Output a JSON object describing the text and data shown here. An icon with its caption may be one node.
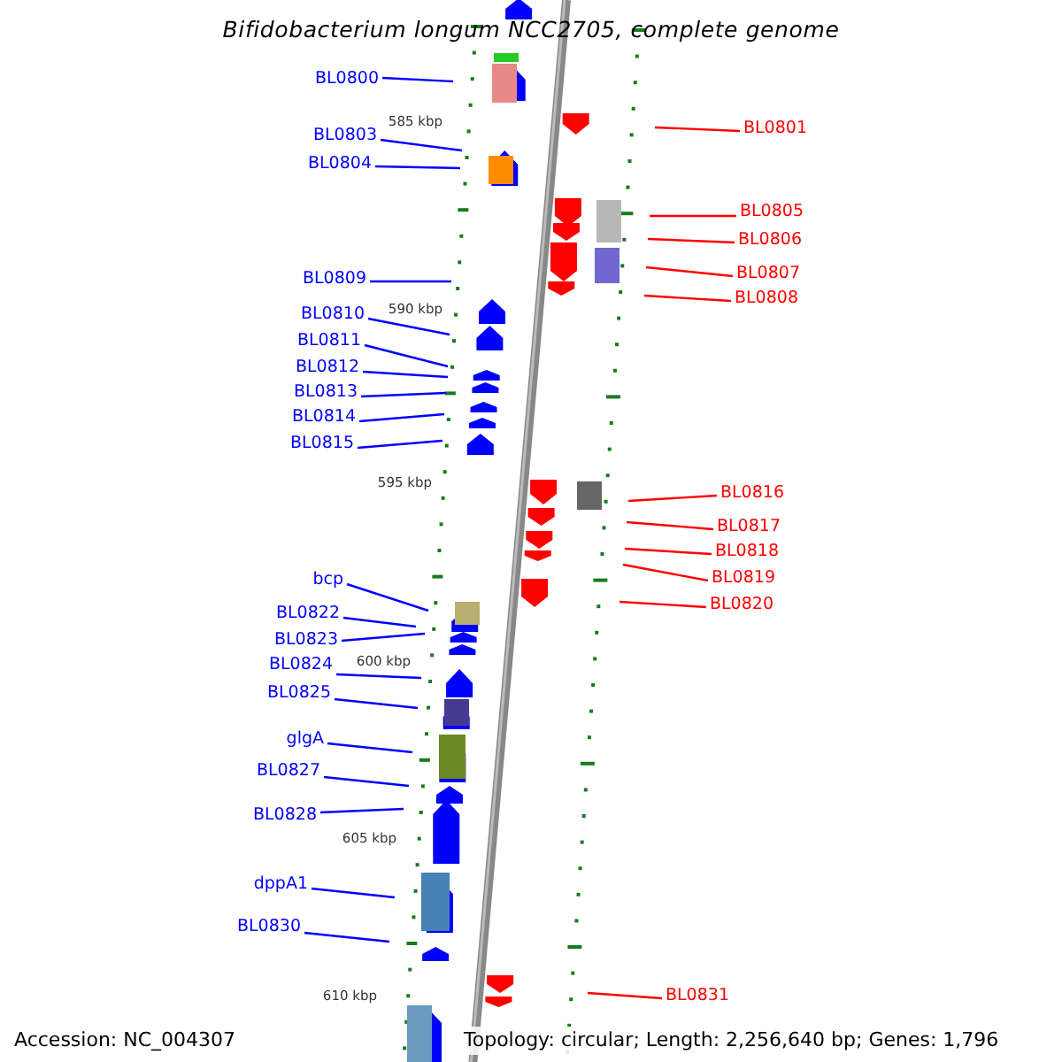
{
  "diagram": {
    "title": "Bifidobacterium longum NCC2705, complete genome",
    "nodes": [
      {
        "text": [
          "BL0800"
        ]
      },
      {
        "text": [
          "BL0801"
        ]
      },
      {
        "text": [
          "BL0803"
        ]
      },
      {
        "text": [
          "BL0804"
        ]
      },
      {
        "text": [
          "BL0805"
        ]
      },
      {
        "text": [
          "BL0806"
        ]
      },
      {
        "text": [
          "BL0807"
        ]
      },
      {
        "text": [
          "BL0809"
        ]
      },
      {
        "text": [
          "BL0808"
        ]
      },
      {
        "text": [
          "BL0810"
        ]
      },
      {
        "text": [
          "BL0811"
        ]
      },
      {
        "text": [
          "BL0812"
        ]
      },
      {
        "text": [
          "BL0813"
        ]
      },
      {
        "text": [
          "BL0814"
        ]
      },
      {
        "text": [
          "BL0815"
        ]
      },
      {
        "text": [
          "BL0816"
        ]
      },
      {
        "text": [
          "BL0817"
        ]
      },
      {
        "text": [
          "BL0818"
        ]
      },
      {
        "text": [
          "BL0819"
        ]
      },
      {
        "text": [
          "bcp"
        ]
      },
      {
        "text": [
          "BL0820"
        ]
      },
      {
        "text": [
          "BL0822"
        ]
      },
      {
        "text": [
          "BL0823"
        ]
      },
      {
        "text": [
          "BL0824"
        ]
      },
      {
        "text": [
          "BL0825"
        ]
      },
      {
        "text": [
          "glgA"
        ]
      },
      {
        "text": [
          "BL0827"
        ]
      },
      {
        "text": [
          "BL0828"
        ]
      },
      {
        "text": [
          "dppA1"
        ]
      },
      {
        "text": [
          "BL0830"
        ]
      },
      {
        "text": [
          "BL0831"
        ]
      }
    ],
    "edges": [
      {
        "from": 0,
        "to": null,
        "arrow": "none"
      },
      {
        "from": 1,
        "to": null,
        "arrow": "none",
        "color": "#ff0000"
      },
      {
        "from": 2,
        "to": null,
        "arrow": "none"
      },
      {
        "from": 3,
        "to": null,
        "arrow": "none"
      },
      {
        "from": 4,
        "to": null,
        "arrow": "none",
        "color": "#ff0000"
      },
      {
        "from": 5,
        "to": null,
        "arrow": "none",
        "color": "#ff0000"
      },
      {
        "from": 6,
        "to": null,
        "arrow": "none",
        "color": "#ff0000"
      },
      {
        "from": 7,
        "to": null,
        "arrow": "none"
      },
      {
        "from": 8,
        "to": null,
        "arrow": "none",
        "color": "#ff0000"
      },
      {
        "from": 9,
        "to": null,
        "arrow": "none"
      },
      {
        "from": 10,
        "to": null,
        "arrow": "none"
      },
      {
        "from": 11,
        "to": null,
        "arrow": "none"
      },
      {
        "from": 12,
        "to": null,
        "arrow": "none"
      },
      {
        "from": 13,
        "to": null,
        "arrow": "none"
      },
      {
        "from": 14,
        "to": null,
        "arrow": "none"
      },
      {
        "from": 15,
        "to": null,
        "arrow": "none",
        "color": "#ff0000"
      },
      {
        "from": 16,
        "to": null,
        "arrow": "none",
        "color": "#ff0000"
      },
      {
        "from": 17,
        "to": null,
        "arrow": "none",
        "color": "#ff0000"
      },
      {
        "from": 18,
        "to": null,
        "arrow": "none",
        "color": "#ff0000"
      },
      {
        "from": 19,
        "to": null,
        "arrow": "none"
      },
      {
        "from": 20,
        "to": null,
        "arrow": "none",
        "color": "#ff0000"
      },
      {
        "from": 21,
        "to": null,
        "arrow": "none"
      },
      {
        "from": 22,
        "to": null,
        "arrow": "none"
      },
      {
        "from": 23,
        "to": null,
        "arrow": "none"
      },
      {
        "from": 24,
        "to": null,
        "arrow": "none"
      },
      {
        "from": 25,
        "to": null,
        "arrow": "none"
      },
      {
        "from": 26,
        "to": null,
        "arrow": "none"
      },
      {
        "from": 27,
        "to": null,
        "arrow": "none"
      },
      {
        "from": 28,
        "to": null,
        "arrow": "none"
      },
      {
        "from": 29,
        "to": null,
        "arrow": "none"
      },
      {
        "from": 30,
        "to": null,
        "arrow": "none",
        "color": "#ff0000"
      }
    ],
    "labels": [
      "585 kbp",
      "590 kbp",
      "595 kbp",
      "600 kbp",
      "605 kbp",
      "610 kbp",
      "Accession: NC_004307",
      "Topology: circular; Length: 2,256,640 bp; Genes: 1,796"
    ]
  }
}
